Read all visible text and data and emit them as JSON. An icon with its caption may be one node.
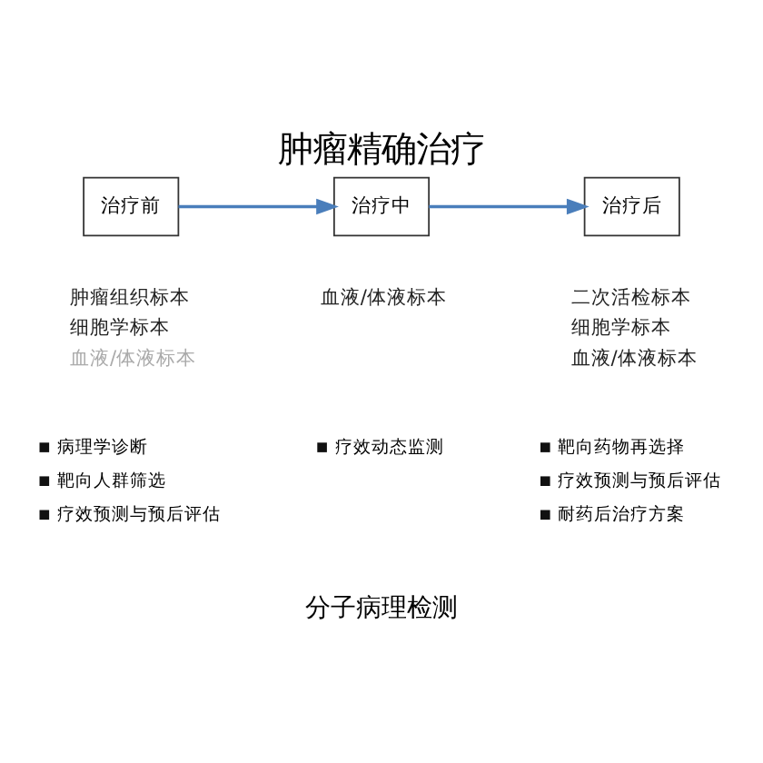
{
  "diagram": {
    "title": "肿瘤精确治疗",
    "caption": "分子病理检测",
    "nodes": [
      {
        "text": [
          "治疗前"
        ],
        "beside": [
          "肿瘤组织标本",
          "细胞学标本",
          "血液/体液标本"
        ]
      },
      {
        "text": [
          "治疗中"
        ],
        "beside": [
          "血液/体液标本"
        ]
      },
      {
        "text": [
          "治疗后"
        ],
        "beside": [
          "二次活检标本",
          "细胞学标本",
          "血液/体液标本"
        ]
      }
    ],
    "edges": [
      {
        "from": 0,
        "to": 1,
        "arrow": "to"
      },
      {
        "from": 1,
        "to": 2,
        "arrow": "to"
      }
    ],
    "labels": [
      "病理学诊断",
      "靶向人群筛选",
      "疗效预测与预后评估",
      "疗效动态监测",
      "靶向药物再选择",
      "疗效预测与预后评估",
      "耐药后治疗方案"
    ]
  }
}
